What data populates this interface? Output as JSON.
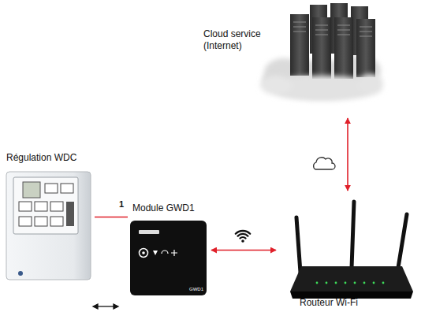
{
  "diagram": {
    "nodes": [
      {
        "text": [
          "Cloud service (Internet)"
        ]
      },
      {
        "text": [
          "Régulation WDC"
        ]
      },
      {
        "text": [
          "Module GWD1",
          "GWD1"
        ]
      },
      {
        "text": [
          "Routeur Wi-Fi"
        ]
      }
    ],
    "edges": [
      {
        "from": 1,
        "to": 2,
        "arrow": "none",
        "label": "1"
      },
      {
        "from": 2,
        "to": 3,
        "arrow": "both"
      },
      {
        "from": 3,
        "to": 0,
        "arrow": "both"
      }
    ]
  }
}
